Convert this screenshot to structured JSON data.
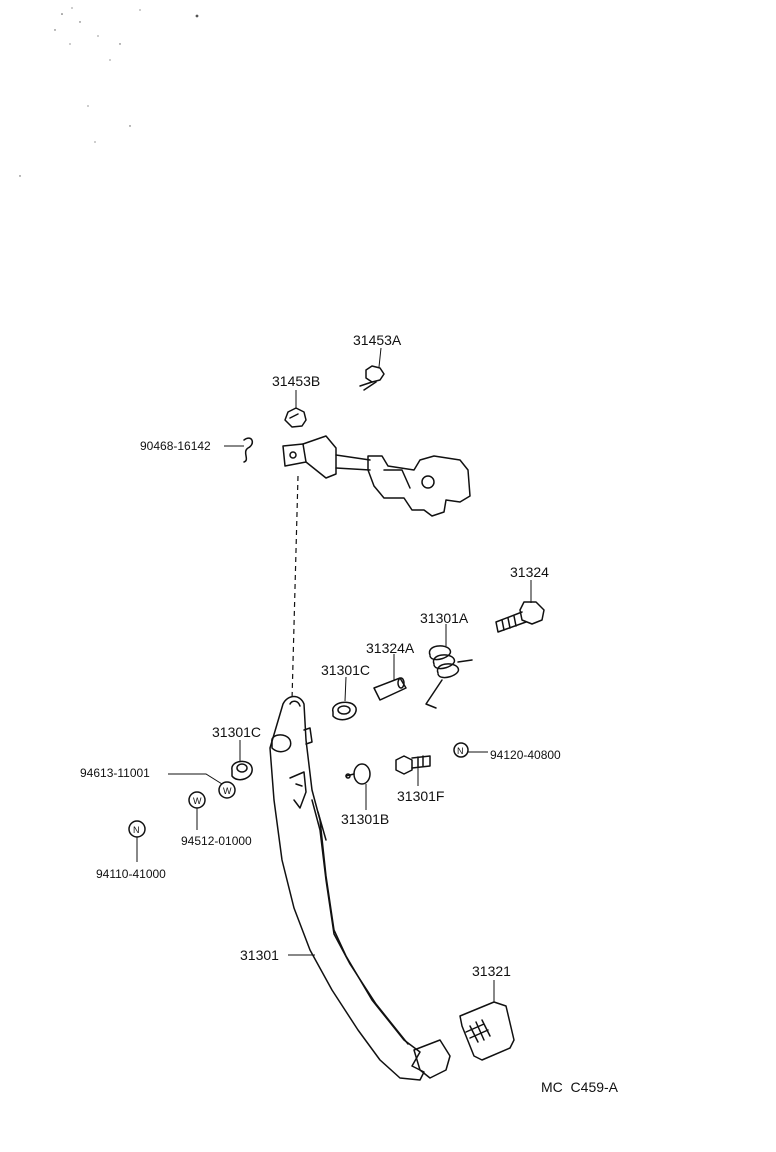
{
  "part_labels": {
    "p31453A": "31453A",
    "p31453B": "31453B",
    "p90468": "90468-16142",
    "p31324": "31324",
    "p31301A": "31301A",
    "p31324A": "31324A",
    "p31301C_a": "31301C",
    "p31301C_b": "31301C",
    "p94613": "94613-11001",
    "p94120": "94120-40800",
    "p31301F": "31301F",
    "p31301B": "31301B",
    "p94512": "94512-01000",
    "p94110": "94110-41000",
    "p31301": "31301",
    "p31321": "31321"
  },
  "symbols": {
    "nut_letter": "N",
    "washer_letter": "W"
  },
  "catalog_code": "MC  C459-A"
}
